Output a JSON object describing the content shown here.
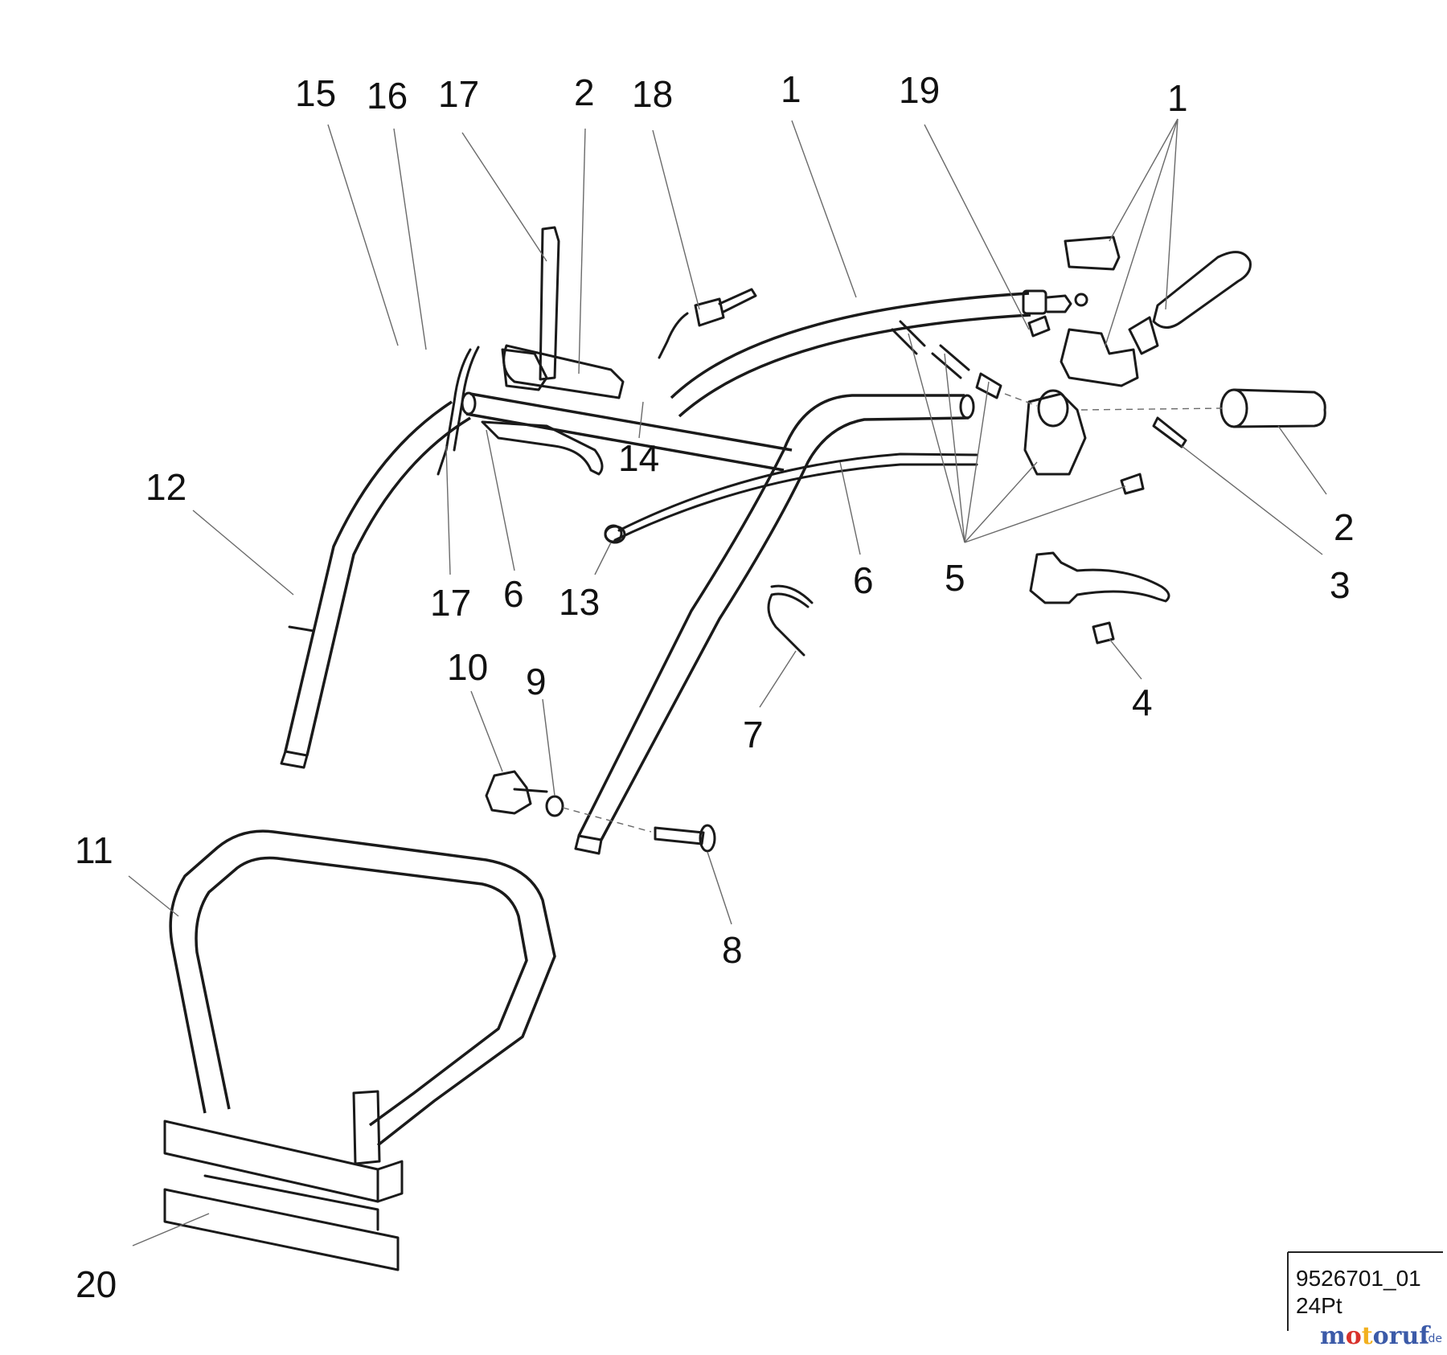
{
  "callouts": [
    {
      "id": "c15",
      "text": "15"
    },
    {
      "id": "c16",
      "text": "16"
    },
    {
      "id": "c17a",
      "text": "17"
    },
    {
      "id": "c2a",
      "text": "2"
    },
    {
      "id": "c18",
      "text": "18"
    },
    {
      "id": "c1a",
      "text": "1"
    },
    {
      "id": "c19",
      "text": "19"
    },
    {
      "id": "c1b",
      "text": "1"
    },
    {
      "id": "c14",
      "text": "14"
    },
    {
      "id": "c12",
      "text": "12"
    },
    {
      "id": "c17b",
      "text": "17"
    },
    {
      "id": "c6a",
      "text": "6"
    },
    {
      "id": "c13",
      "text": "13"
    },
    {
      "id": "c6b",
      "text": "6"
    },
    {
      "id": "c5",
      "text": "5"
    },
    {
      "id": "c2b",
      "text": "2"
    },
    {
      "id": "c3",
      "text": "3"
    },
    {
      "id": "c10",
      "text": "10"
    },
    {
      "id": "c9",
      "text": "9"
    },
    {
      "id": "c7",
      "text": "7"
    },
    {
      "id": "c4",
      "text": "4"
    },
    {
      "id": "c11",
      "text": "11"
    },
    {
      "id": "c8",
      "text": "8"
    },
    {
      "id": "c20",
      "text": "20"
    }
  ],
  "drawing_code": {
    "line1": "9526701_01",
    "line2": "24Pt"
  },
  "watermark": {
    "brand": "motoruf",
    "tld": ".de",
    "colors": {
      "m": "#3b5aa8",
      "o": "#d8312b",
      "t": "#f2b01e",
      "rest": "#3b5aa8"
    }
  }
}
